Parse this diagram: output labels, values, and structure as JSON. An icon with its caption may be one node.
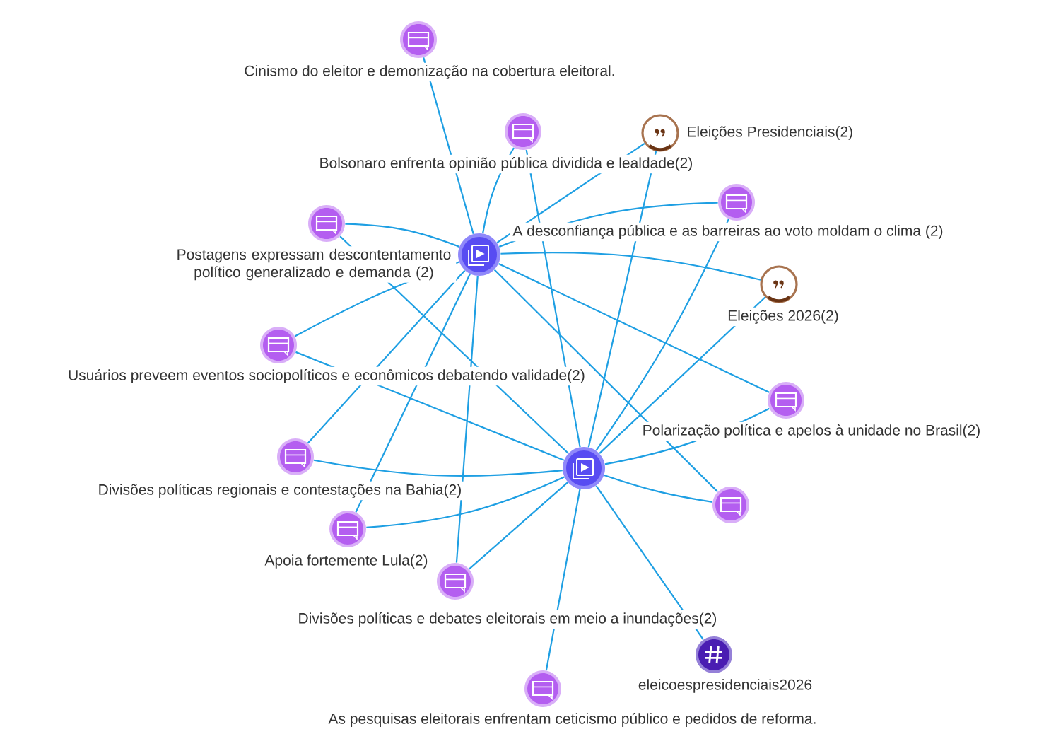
{
  "diagram": {
    "nodes": [
      {
        "text": [
          "Cinismo do eleitor e demonização na cobertura eleitoral."
        ]
      },
      {
        "text": [
          "Bolsonaro enfrenta opinião pública dividida e lealdade(2)"
        ]
      },
      {
        "text": [
          "Eleições Presidenciais(2)"
        ]
      },
      {
        "text": [
          "A desconfiança pública e as barreiras ao voto moldam o clima (2)"
        ]
      },
      {
        "text": [
          "Postagens expressam descontentamento político generalizado e demanda (2)"
        ]
      },
      {
        "text": [],
        "shape": "circle"
      },
      {
        "text": [
          "Eleições 2026(2)"
        ]
      },
      {
        "text": [
          "Usuários preveem eventos sociopolíticos e econômicos debatendo validade(2)"
        ]
      },
      {
        "text": [
          "Polarização política e apelos à unidade no Brasil(2)"
        ]
      },
      {
        "text": [
          "Divisões políticas regionais e contestações na Bahia(2)"
        ]
      },
      {
        "text": [],
        "shape": "circle"
      },
      {
        "text": [],
        "shape": "circle"
      },
      {
        "text": [
          "Apoia fortemente Lula(2)"
        ]
      },
      {
        "text": [
          "Divisões políticas e debates eleitorais em meio a inundações(2)"
        ]
      },
      {
        "text": [
          "eleicoespresidenciais2026"
        ]
      },
      {
        "text": [
          "As pesquisas eleitorais enfrentam ceticismo público e pedidos de reforma."
        ]
      }
    ],
    "edges": [
      {
        "from": 0,
        "to": 5,
        "arrow": "none"
      },
      {
        "from": 1,
        "to": 5,
        "arrow": "none"
      },
      {
        "from": 1,
        "to": 10,
        "arrow": "none"
      },
      {
        "from": 5,
        "to": 2,
        "arrow": "none"
      },
      {
        "from": 2,
        "to": 10,
        "arrow": "none"
      },
      {
        "from": 5,
        "to": 3,
        "arrow": "none"
      },
      {
        "from": 3,
        "to": 10,
        "arrow": "none"
      },
      {
        "from": 4,
        "to": 5,
        "arrow": "none"
      },
      {
        "from": 4,
        "to": 10,
        "arrow": "none"
      },
      {
        "from": 5,
        "to": 6,
        "arrow": "none"
      },
      {
        "from": 6,
        "to": 10,
        "arrow": "none"
      },
      {
        "from": 7,
        "to": 5,
        "arrow": "none"
      },
      {
        "from": 7,
        "to": 10,
        "arrow": "none"
      },
      {
        "from": 5,
        "to": 8,
        "arrow": "none"
      },
      {
        "from": 8,
        "to": 10,
        "arrow": "none"
      },
      {
        "from": 9,
        "to": 5,
        "arrow": "none"
      },
      {
        "from": 9,
        "to": 10,
        "arrow": "none"
      },
      {
        "from": 5,
        "to": 11,
        "arrow": "none"
      },
      {
        "from": 10,
        "to": 11,
        "arrow": "none"
      },
      {
        "from": 12,
        "to": 5,
        "arrow": "none"
      },
      {
        "from": 12,
        "to": 10,
        "arrow": "none"
      },
      {
        "from": 13,
        "to": 5,
        "arrow": "none"
      },
      {
        "from": 13,
        "to": 10,
        "arrow": "none"
      },
      {
        "from": 10,
        "to": 14,
        "arrow": "none"
      },
      {
        "from": 10,
        "to": 15,
        "arrow": "none"
      }
    ]
  }
}
